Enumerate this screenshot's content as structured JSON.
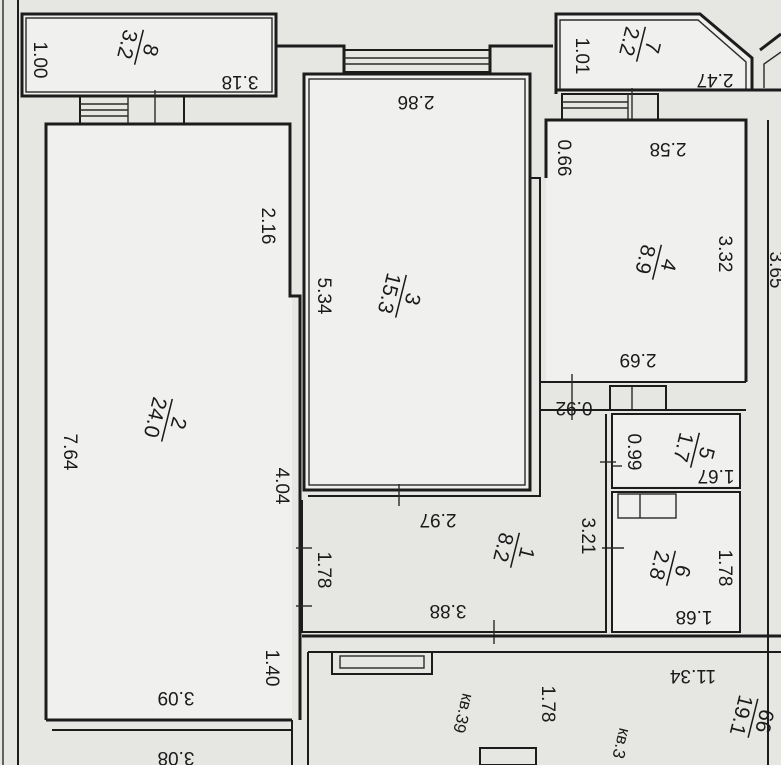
{
  "plan": {
    "dimensions": {
      "d100": "1.00",
      "d318": "3.18",
      "d101": "1.01",
      "d247": "2.47",
      "d286": "2.86",
      "d258": "2.58",
      "d066": "0.66",
      "d216": "2.16",
      "d534": "5.34",
      "d332": "3.32",
      "d269": "2.69",
      "d092": "0.92",
      "d764": "7.64",
      "d099": "0.99",
      "d167": "1.67",
      "d404": "4.04",
      "d297": "2.97",
      "d321": "3.21",
      "d178a": "1.78",
      "d178b": "1.78",
      "d388": "3.88",
      "d168": "1.68",
      "d140": "1.40",
      "d1134": "11.34",
      "d178c": "1.78",
      "d309": "3.09",
      "d308": "3.08",
      "d365": "3.65"
    },
    "rooms": {
      "r8_num": "8",
      "r8_area": "3.2",
      "r7_num": "7",
      "r7_area": "2.2",
      "r3_num": "3",
      "r3_area": "15.3",
      "r4_num": "4",
      "r4_area": "8.9",
      "r2_num": "2",
      "r2_area": "24.0",
      "r5_num": "5",
      "r5_area": "1.7",
      "r1_num": "1",
      "r1_area": "8.2",
      "r6_num": "6",
      "r6_area": "2.8",
      "r66_num": "66",
      "r66_area": "19.1"
    },
    "apartments": {
      "kv39": "кв.39",
      "kv3x": "кв.3"
    }
  }
}
